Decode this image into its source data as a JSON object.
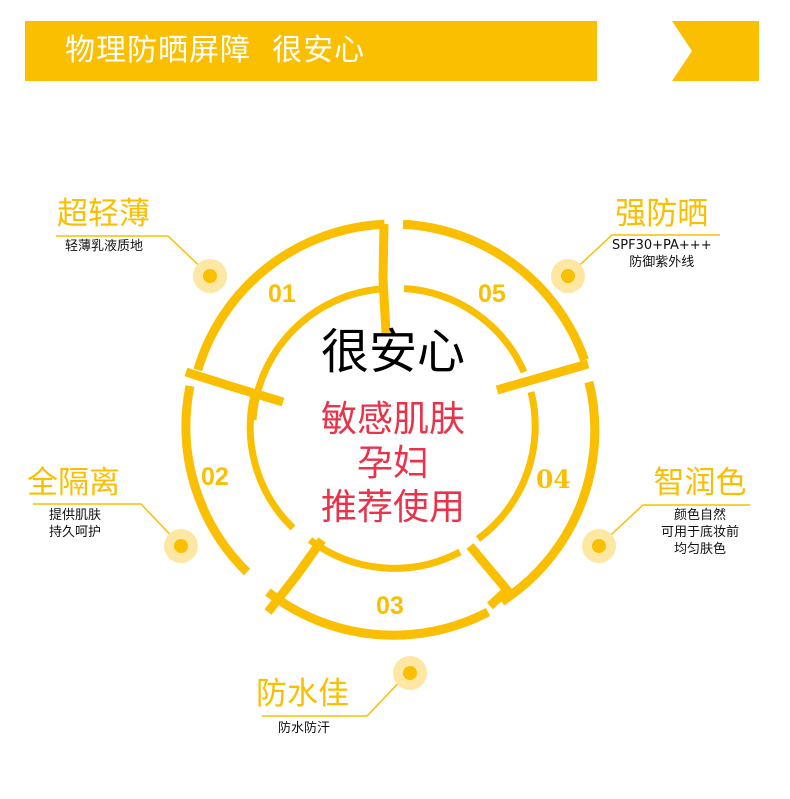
{
  "banner": {
    "title": "物理防晒屏障  很安心",
    "background_color": "#f9bf00",
    "text_color": "#ffffff",
    "arrow_icon": "chevron-right-tab"
  },
  "wheel": {
    "accent_color": "#f9bf00",
    "halo_color": "#fde7a3",
    "segments": [
      {
        "number": "01"
      },
      {
        "number": "02"
      },
      {
        "number": "03"
      },
      {
        "number": "04"
      },
      {
        "number": "05"
      }
    ],
    "center": {
      "title": "很安心",
      "title_color": "#000000",
      "lines": [
        "敏感肌肤",
        "孕妇",
        "推荐使用"
      ],
      "lines_color": "#e8334a"
    }
  },
  "features": [
    {
      "id": "01",
      "title": "超轻薄",
      "desc": [
        "轻薄乳液质地"
      ]
    },
    {
      "id": "02",
      "title": "全隔离",
      "desc": [
        "提供肌肤",
        "持久呵护"
      ]
    },
    {
      "id": "03",
      "title": "防水佳",
      "desc": [
        "防水防汗"
      ]
    },
    {
      "id": "04",
      "title": "智润色",
      "desc": [
        "颜色自然",
        "可用于底妆前",
        "均匀肤色"
      ]
    },
    {
      "id": "05",
      "title": "强防晒",
      "desc": [
        "SPF30+PA+++",
        "防御紫外线"
      ]
    }
  ]
}
